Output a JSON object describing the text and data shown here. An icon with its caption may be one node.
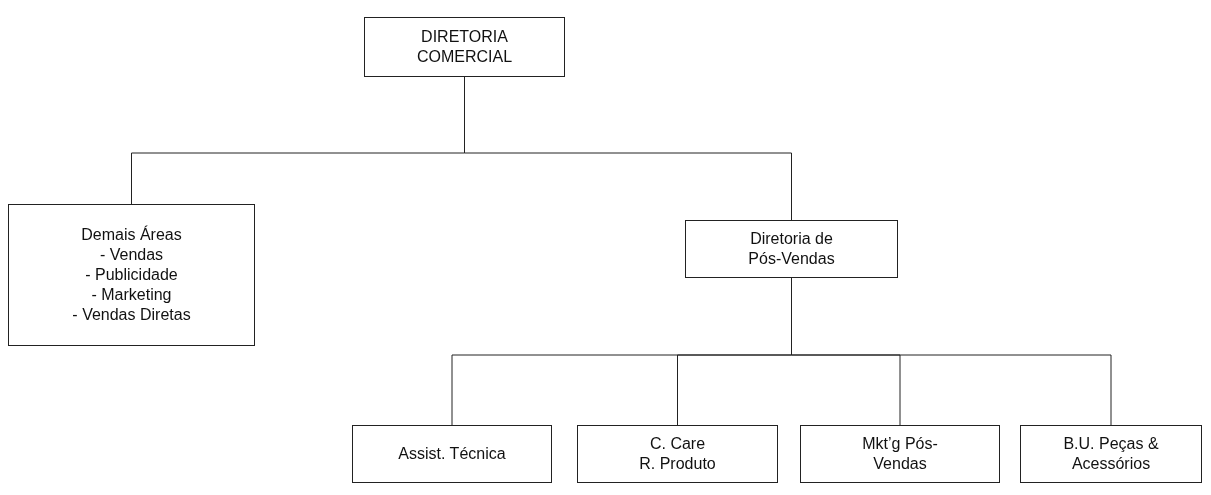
{
  "diagram": {
    "nodes": [
      {
        "text": [
          "DIRETORIA COMERCIAL"
        ]
      },
      {
        "text": [
          "Demais Áreas",
          "- Vendas",
          "- Publicidade",
          "- Marketing",
          "- Vendas Diretas"
        ]
      },
      {
        "text": [
          "Diretoria de Pós-Vendas"
        ]
      },
      {
        "text": [
          "Assist. Técnica"
        ]
      },
      {
        "text": [
          "C. Care",
          "R. Produto"
        ]
      },
      {
        "text": [
          "Mkt’g Pós-Vendas"
        ]
      },
      {
        "text": [
          "B.U. Peças & Acessórios"
        ]
      }
    ],
    "edges": [
      {
        "from": 0,
        "to": 1,
        "arrow": "none"
      },
      {
        "from": 0,
        "to": 2,
        "arrow": "none"
      },
      {
        "from": 2,
        "to": 3,
        "arrow": "none"
      },
      {
        "from": 2,
        "to": 4,
        "arrow": "none"
      },
      {
        "from": 2,
        "to": 5,
        "arrow": "none"
      },
      {
        "from": 2,
        "to": 6,
        "arrow": "none"
      }
    ]
  }
}
